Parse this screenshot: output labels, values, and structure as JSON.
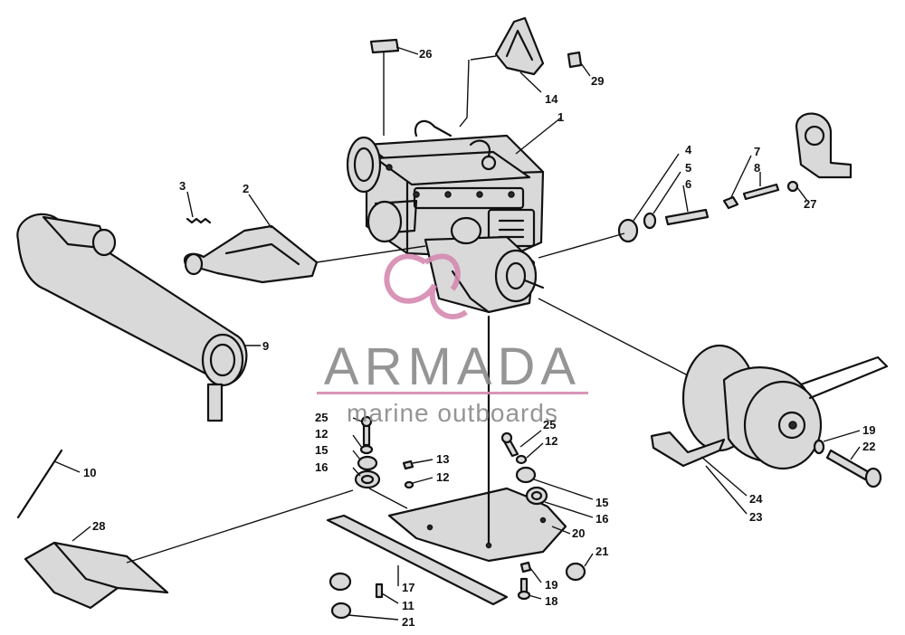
{
  "watermark": {
    "brand": "ARMADA",
    "tagline": "marine outboards",
    "brand_color": "#8a8a8a",
    "accent_color": "#d58ab0"
  },
  "callouts": [
    {
      "id": "c26",
      "label": "26"
    },
    {
      "id": "c29",
      "label": "29"
    },
    {
      "id": "c14",
      "label": "14"
    },
    {
      "id": "c1",
      "label": "1"
    },
    {
      "id": "c4",
      "label": "4"
    },
    {
      "id": "c5",
      "label": "5"
    },
    {
      "id": "c6",
      "label": "6"
    },
    {
      "id": "c7",
      "label": "7"
    },
    {
      "id": "c8",
      "label": "8"
    },
    {
      "id": "c27",
      "label": "27"
    },
    {
      "id": "c3",
      "label": "3"
    },
    {
      "id": "c2",
      "label": "2"
    },
    {
      "id": "c9",
      "label": "9"
    },
    {
      "id": "c25a",
      "label": "25"
    },
    {
      "id": "c12a",
      "label": "12"
    },
    {
      "id": "c15a",
      "label": "15"
    },
    {
      "id": "c16a",
      "label": "16"
    },
    {
      "id": "c13",
      "label": "13"
    },
    {
      "id": "c12b",
      "label": "12"
    },
    {
      "id": "c25b",
      "label": "25"
    },
    {
      "id": "c12c",
      "label": "12"
    },
    {
      "id": "c15b",
      "label": "15"
    },
    {
      "id": "c16b",
      "label": "16"
    },
    {
      "id": "c20",
      "label": "20"
    },
    {
      "id": "c21a",
      "label": "21"
    },
    {
      "id": "c19a",
      "label": "19"
    },
    {
      "id": "c18",
      "label": "18"
    },
    {
      "id": "c17",
      "label": "17"
    },
    {
      "id": "c11",
      "label": "11"
    },
    {
      "id": "c21b",
      "label": "21"
    },
    {
      "id": "c10",
      "label": "10"
    },
    {
      "id": "c28",
      "label": "28"
    },
    {
      "id": "c19b",
      "label": "19"
    },
    {
      "id": "c22",
      "label": "22"
    },
    {
      "id": "c24",
      "label": "24"
    },
    {
      "id": "c23",
      "label": "23"
    }
  ]
}
